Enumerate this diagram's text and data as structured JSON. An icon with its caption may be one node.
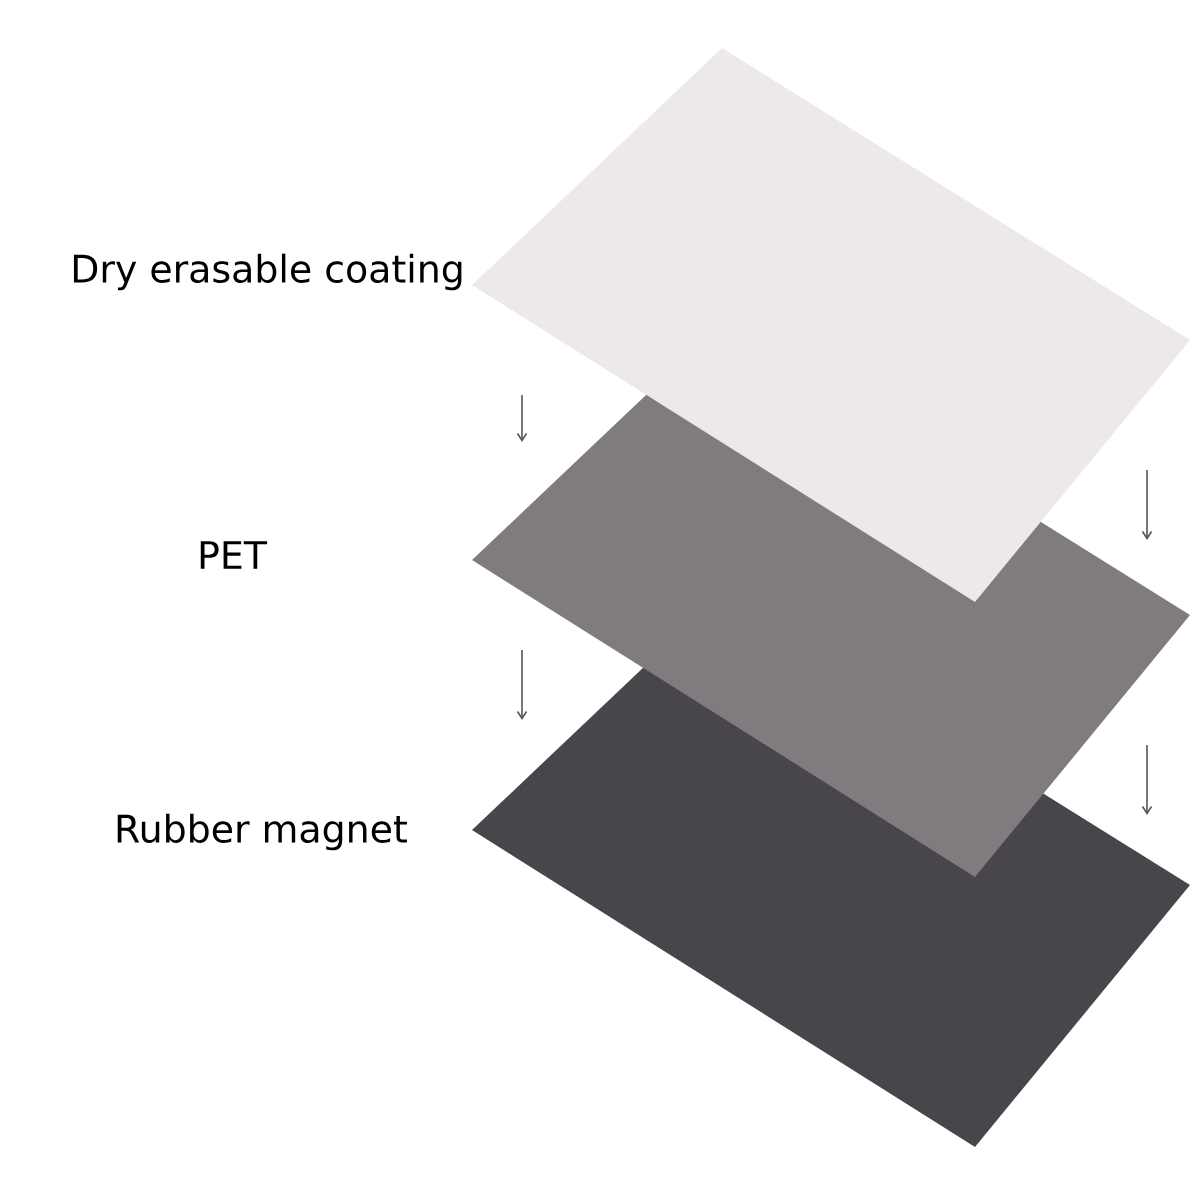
{
  "diagram": {
    "labels": [
      "Dry erasable coating",
      "PET",
      "Rubber magnet"
    ]
  }
}
